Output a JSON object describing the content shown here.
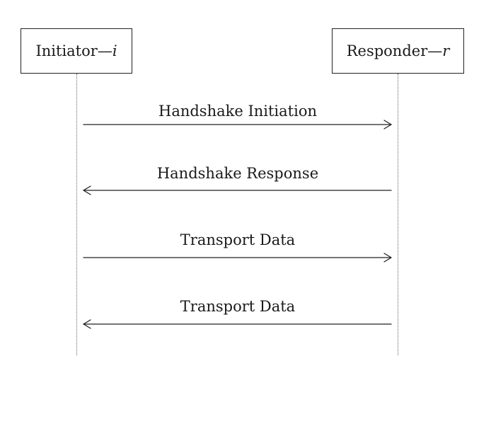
{
  "participants": {
    "initiator": {
      "name": "Initiator",
      "dash": "—",
      "symbol": "i"
    },
    "responder": {
      "name": "Responder",
      "dash": "—",
      "symbol": "r"
    }
  },
  "messages": [
    {
      "label": "Handshake Initiation",
      "direction": "initiator-to-responder"
    },
    {
      "label": "Handshake Response",
      "direction": "responder-to-initiator"
    },
    {
      "label": "Transport Data",
      "direction": "initiator-to-responder"
    },
    {
      "label": "Transport Data",
      "direction": "responder-to-initiator"
    }
  ]
}
